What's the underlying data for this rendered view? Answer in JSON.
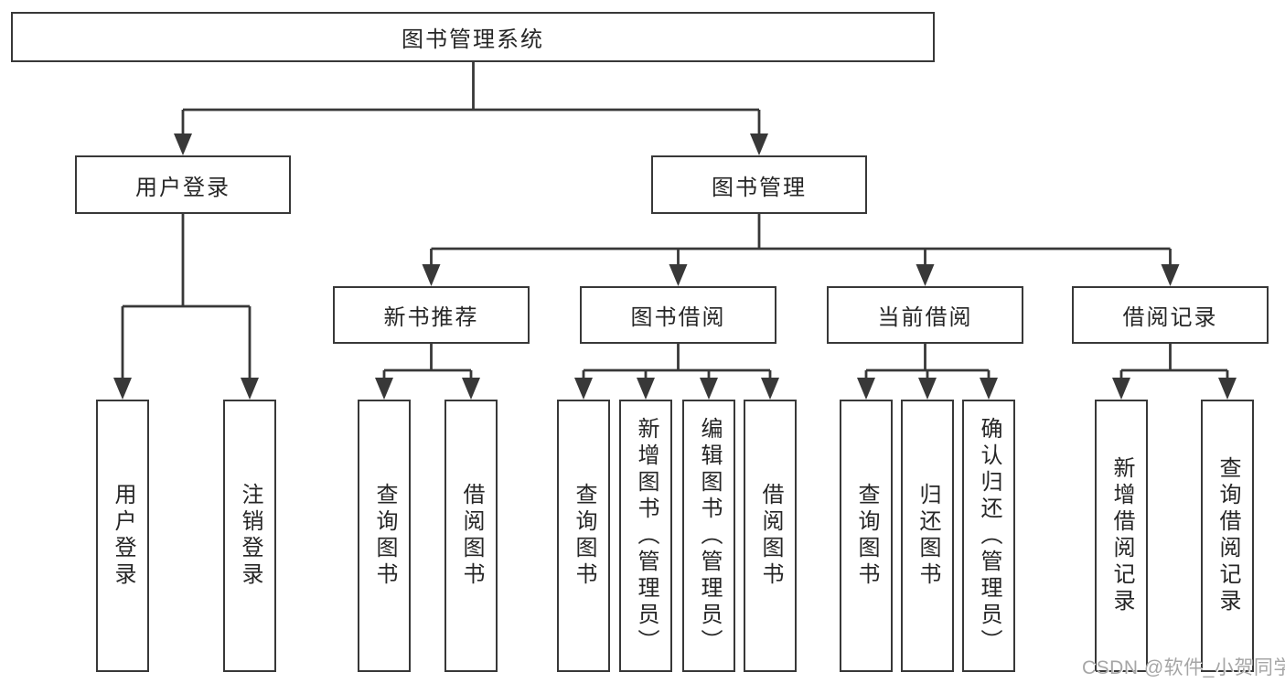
{
  "diagram": {
    "title": "图书管理系统",
    "watermark": "CSDN @软件_小贺同学",
    "colors": {
      "background": "#ffffff",
      "line": "#383838",
      "box_border": "#383838",
      "text": "#262626",
      "watermark": "#a6a6a6"
    },
    "tree": {
      "root": "图书管理系统",
      "children": [
        {
          "label": "用户登录",
          "children": [
            "用户登录",
            "注销登录"
          ]
        },
        {
          "label": "图书管理",
          "children": [
            {
              "label": "新书推荐",
              "children": [
                "查询图书",
                "借阅图书"
              ]
            },
            {
              "label": "图书借阅",
              "children": [
                "查询图书",
                "新增图书（管理员）",
                "编辑图书（管理员）",
                "借阅图书"
              ]
            },
            {
              "label": "当前借阅",
              "children": [
                "查询图书",
                "归还图书",
                "确认归还（管理员）"
              ]
            },
            {
              "label": "借阅记录",
              "children": [
                "新增借阅记录",
                "查询借阅记录"
              ]
            }
          ]
        }
      ]
    }
  }
}
